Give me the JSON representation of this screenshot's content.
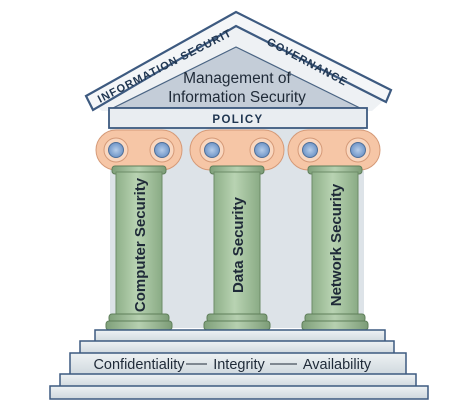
{
  "roof": {
    "left_label": "INFORMATION SECURITY",
    "right_label": "GOVERNANCE",
    "center_line1": "Management of",
    "center_line2": "Information Security"
  },
  "beam": {
    "label": "POLICY"
  },
  "pillars": [
    {
      "label": "Computer Security"
    },
    {
      "label": "Data Security"
    },
    {
      "label": "Network Security"
    }
  ],
  "base": {
    "items": [
      "Confidentiality",
      "Integrity",
      "Availability"
    ]
  },
  "colors": {
    "roof_border": "#3d5a80",
    "roof_fill": "#c9d3de",
    "pillar_fill": "#a9c6a3",
    "capital_fill": "#f6c6a6",
    "scroll_fill": "#8fb3de",
    "step_fill": "#dfe6ea"
  }
}
